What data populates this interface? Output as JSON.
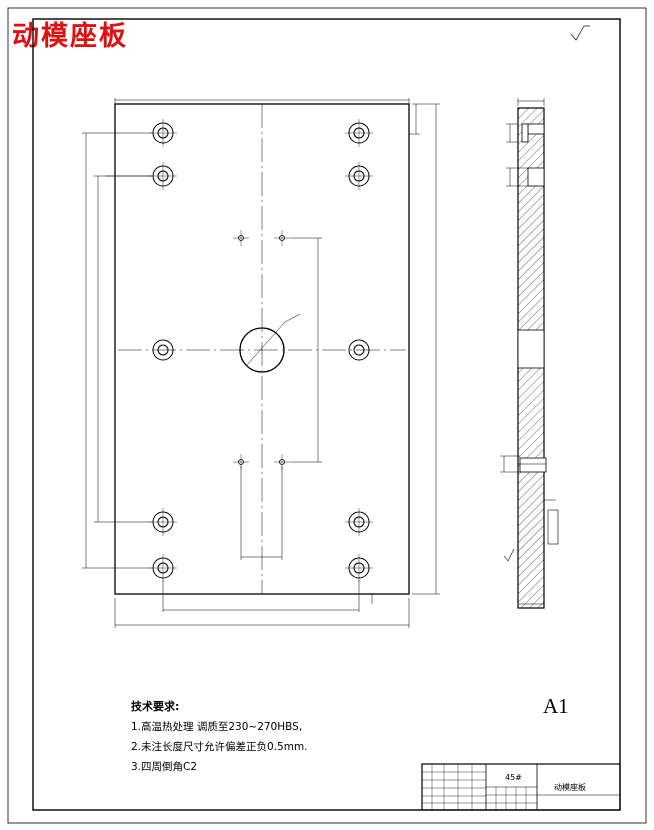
{
  "drawing_title": "动模座板",
  "sheet_size": "A1",
  "technical_requirements": {
    "heading": "技术要求:",
    "items": [
      "1.高温热处理 调质至230~270HBS,",
      "2.未注长度尺寸允许偏差正负0.5mm.",
      "3.四周倒角C2"
    ]
  },
  "title_block": {
    "material": "45#",
    "part_name": "动模座板"
  }
}
